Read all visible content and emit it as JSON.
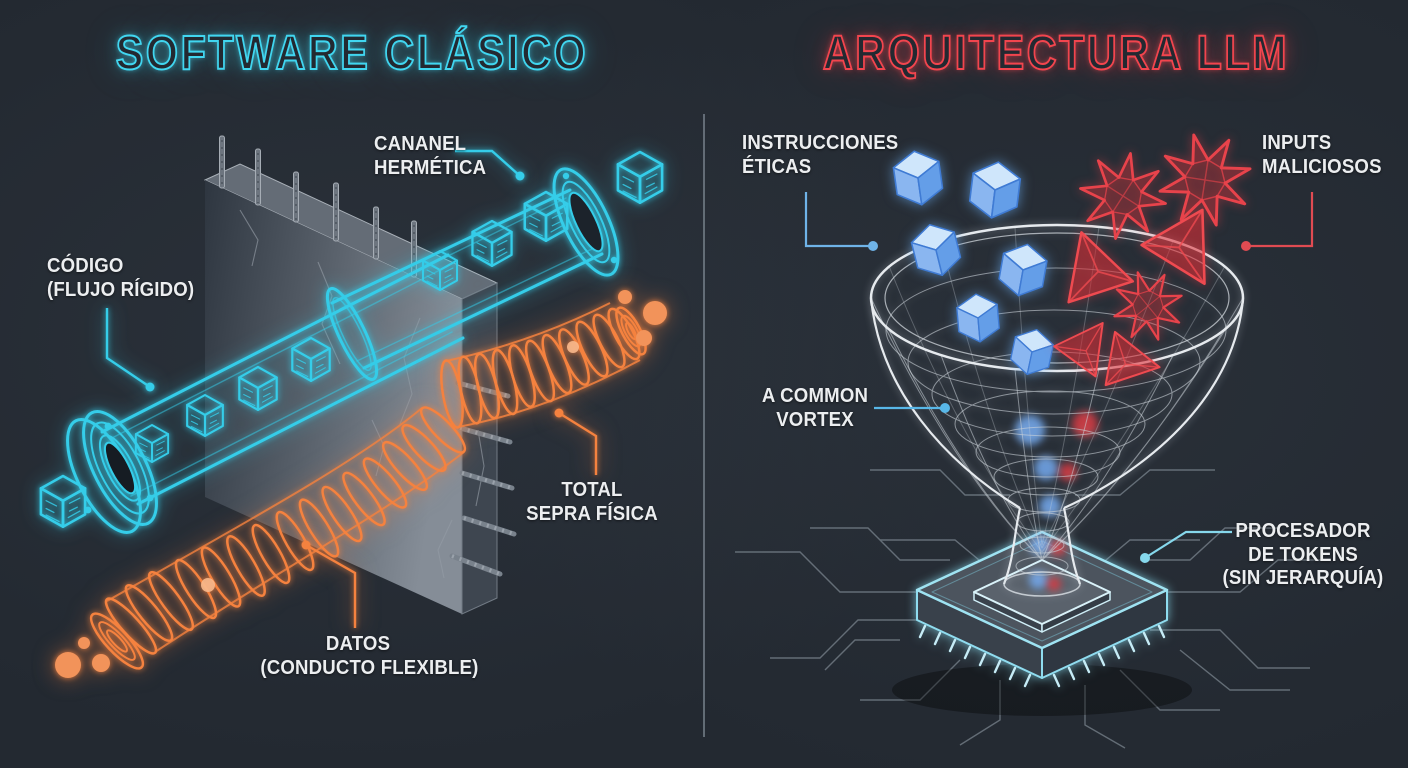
{
  "left": {
    "title": "SOFTWARE CLÁSICO",
    "labels": {
      "canal": {
        "lines": [
          "CANANEL",
          "HERMÉTICA"
        ]
      },
      "codigo": {
        "lines": [
          "CÓDIGO",
          "(FLUJO RÍGIDO)"
        ]
      },
      "total": {
        "lines": [
          "TOTAL",
          "SEPRA FÍSICA"
        ]
      },
      "datos": {
        "lines": [
          "DATOS",
          "(CONDUCTO FLEXIBLE)"
        ]
      }
    }
  },
  "right": {
    "title": "ARQUITECTURA LLM",
    "labels": {
      "instrucciones": {
        "lines": [
          "INSTRUCCIONES",
          "ÉTICAS"
        ]
      },
      "inputs": {
        "lines": [
          "INPUTS",
          "MALICIOSOS"
        ]
      },
      "vortex": {
        "lines": [
          "A COMMON",
          "VORTEX"
        ]
      },
      "procesador": {
        "lines": [
          "PROCESADOR",
          "DE TOKENS",
          "(SIN JERARQUÍA)"
        ]
      }
    }
  },
  "icons": {
    "code_cube": "wireframe-cube-icon",
    "token_cube": "blue-cube-icon",
    "malicious_star": "red-spiky-star-icon",
    "malicious_tetra": "red-tetrahedron-icon",
    "funnel": "wireframe-funnel-icon",
    "chip": "processor-chip-icon",
    "wall": "concrete-wall-icon",
    "pipe": "neon-pipe-icon",
    "conduit": "corrugated-conduit-icon"
  },
  "colors": {
    "background": "#232931",
    "divider": "#6e7882",
    "cyan_accent": "#41d6f0",
    "red_accent": "#f2454e",
    "orange_accent": "#f5823f",
    "blue_cube": "#7db4f2",
    "red_shape": "#e8434b",
    "funnel_wire": "#dde3e8",
    "chip_outline": "#9fe3f2",
    "label_text": "#eceef0"
  }
}
